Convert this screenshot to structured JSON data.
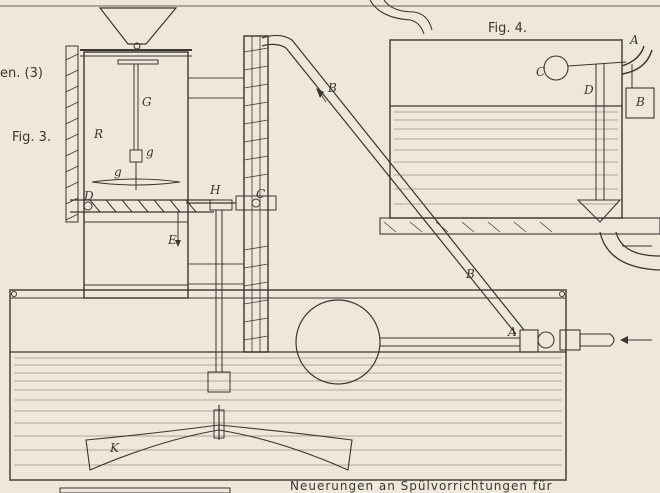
{
  "figure_labels": {
    "fig3": "Fig. 3.",
    "fig4": "Fig. 4."
  },
  "top_left_fragment": "en. (3)",
  "part_labels": {
    "G": "G",
    "R": "R",
    "g_upper": "g",
    "g_lower": "g",
    "D": "D",
    "H": "H",
    "C_left": "C",
    "E": "E",
    "B_upper": "B",
    "B_lower": "B",
    "A_right": "A",
    "C_right": "C",
    "D_right": "D",
    "B_right": "B",
    "A_top": "A",
    "K": "K"
  },
  "caption_fragment": "Neuerungen an Spülvorrichtungen für"
}
